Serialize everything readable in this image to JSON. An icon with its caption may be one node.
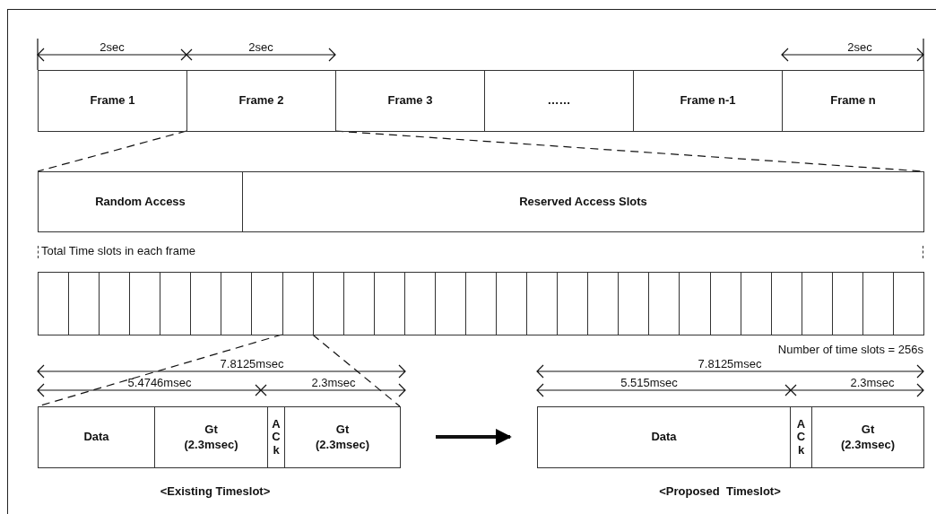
{
  "diagram": {
    "nodes": [
      {
        "text": [
          "Frame 1"
        ]
      },
      {
        "text": [
          "Frame 2"
        ]
      },
      {
        "text": [
          "Frame 3"
        ]
      },
      {
        "text": [
          "……"
        ]
      },
      {
        "text": [
          "Frame n-1"
        ]
      },
      {
        "text": [
          "Frame n"
        ]
      },
      {
        "text": [
          "Random Access"
        ]
      },
      {
        "text": [
          "Reserved Access Slots"
        ]
      },
      {
        "text": [
          "Total Time slots in each frame"
        ]
      },
      {
        "text": [],
        "shape": "box"
      },
      {
        "text": [],
        "shape": "box"
      },
      {
        "text": [],
        "shape": "box"
      },
      {
        "text": [],
        "shape": "box"
      },
      {
        "text": [],
        "shape": "box"
      },
      {
        "text": [],
        "shape": "box"
      },
      {
        "text": [],
        "shape": "box"
      },
      {
        "text": [],
        "shape": "box"
      },
      {
        "text": [],
        "shape": "box"
      },
      {
        "text": [],
        "shape": "box"
      },
      {
        "text": [],
        "shape": "box"
      },
      {
        "text": [],
        "shape": "box"
      },
      {
        "text": [],
        "shape": "box"
      },
      {
        "text": [],
        "shape": "box"
      },
      {
        "text": [],
        "shape": "box"
      },
      {
        "text": [],
        "shape": "box"
      },
      {
        "text": [],
        "shape": "box"
      },
      {
        "text": [],
        "shape": "box"
      },
      {
        "text": [],
        "shape": "box"
      },
      {
        "text": [],
        "shape": "box"
      },
      {
        "text": [],
        "shape": "box"
      },
      {
        "text": [],
        "shape": "box"
      },
      {
        "text": [],
        "shape": "box"
      },
      {
        "text": [],
        "shape": "box"
      },
      {
        "text": [],
        "shape": "box"
      },
      {
        "text": [],
        "shape": "box"
      },
      {
        "text": [],
        "shape": "box"
      },
      {
        "text": [],
        "shape": "box"
      },
      {
        "text": [],
        "shape": "box"
      },
      {
        "text": [
          "Data"
        ]
      },
      {
        "text": [
          "Gt (2.3msec)"
        ]
      },
      {
        "text": [
          "ACk"
        ]
      },
      {
        "text": [
          "Gt (2.3msec)"
        ]
      },
      {
        "text": [
          "Data"
        ]
      },
      {
        "text": [
          "ACk"
        ]
      },
      {
        "text": [
          "Gt (2.3msec)"
        ]
      }
    ],
    "edges": [
      {
        "from": 1,
        "to": 6,
        "arrow": "none",
        "style": "dashed"
      },
      {
        "from": 1,
        "to": 7,
        "arrow": "none",
        "style": "dashed"
      },
      {
        "from": 17,
        "to": 38,
        "arrow": "none",
        "style": "dashed"
      },
      {
        "from": 17,
        "to": 41,
        "arrow": "none",
        "style": "dashed"
      },
      {
        "from": 41,
        "to": 42,
        "arrow": "to",
        "style": "thick"
      }
    ],
    "labels": [
      "2sec",
      "2sec",
      "2sec",
      "Number of time slots = 256s",
      "7.8125msec",
      "7.8125msec",
      "5.4746msec",
      "2.3msec",
      "5.515msec",
      "2.3msec",
      "<Existing Timeslot>",
      "<Proposed  Timeslot>"
    ]
  }
}
